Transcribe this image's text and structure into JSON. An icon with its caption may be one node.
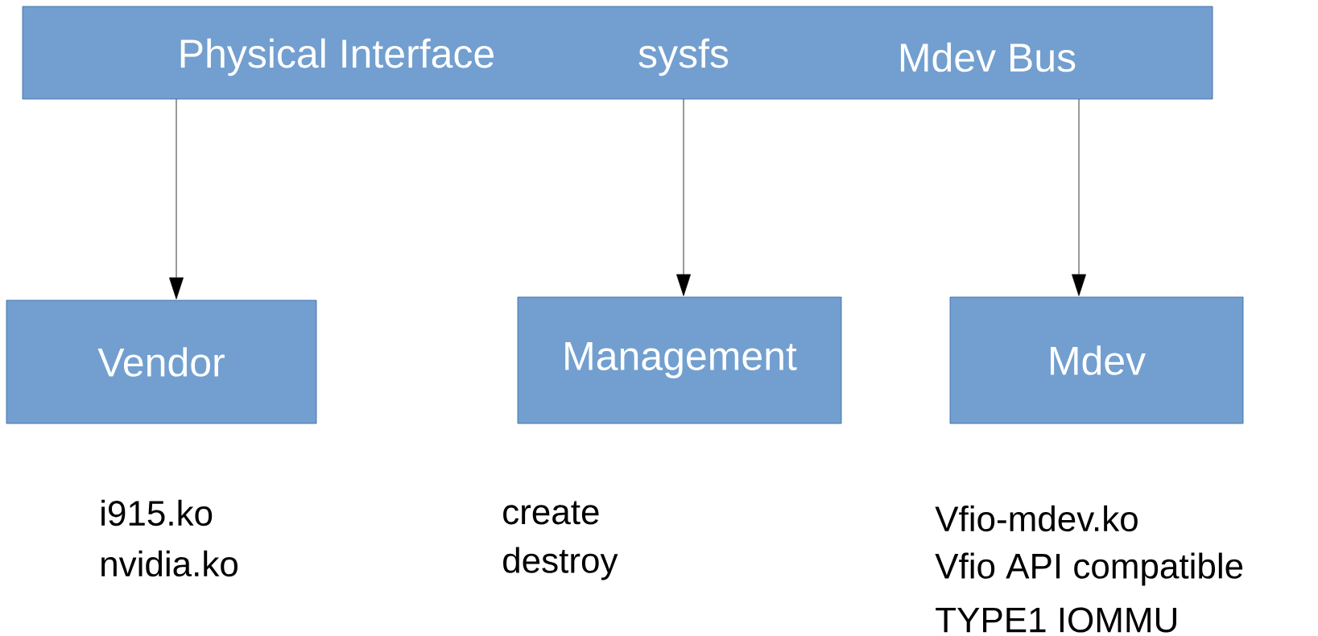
{
  "diagram": {
    "nodes": [
      {
        "text": [
          "Physical Interface",
          "sysfs",
          "Mdev Bus"
        ]
      },
      {
        "text": [
          "Vendor"
        ],
        "beside": [
          "i915.ko",
          "nvidia.ko"
        ]
      },
      {
        "text": [
          "Management"
        ],
        "beside": [
          "create",
          "destroy"
        ]
      },
      {
        "text": [
          "Mdev"
        ],
        "beside": [
          "Vfio-mdev.ko",
          "Vfio API compatible",
          "TYPE1 IOMMU"
        ]
      }
    ],
    "edges": [
      {
        "from": 0,
        "to": 1,
        "arrow": "to"
      },
      {
        "from": 0,
        "to": 2,
        "arrow": "to"
      },
      {
        "from": 0,
        "to": 3,
        "arrow": "to"
      }
    ]
  }
}
